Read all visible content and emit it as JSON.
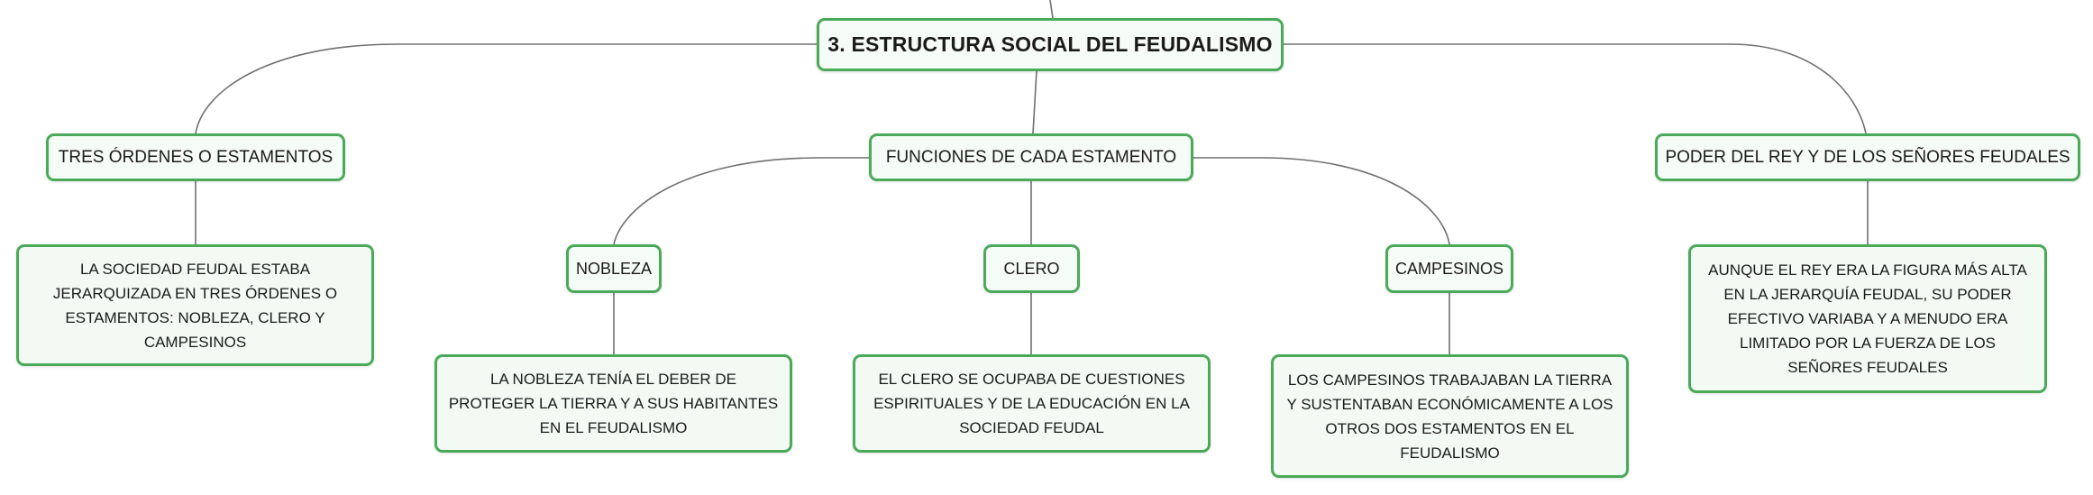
{
  "root": {
    "title": "3. ESTRUCTURA SOCIAL DEL FEUDALISMO"
  },
  "branches": {
    "ordenes": {
      "title": "TRES ÓRDENES O ESTAMENTOS",
      "note": "LA SOCIEDAD FEUDAL ESTABA JERARQUIZADA EN TRES ÓRDENES O ESTAMENTOS: NOBLEZA, CLERO Y CAMPESINOS"
    },
    "funciones": {
      "title": "FUNCIONES DE CADA ESTAMENTO",
      "nobleza": {
        "title": "NOBLEZA",
        "note": "LA NOBLEZA TENÍA EL DEBER DE PROTEGER LA TIERRA Y A SUS HABITANTES EN EL FEUDALISMO"
      },
      "clero": {
        "title": "CLERO",
        "note": "EL CLERO SE OCUPABA DE CUESTIONES ESPIRITUALES Y DE LA EDUCACIÓN EN LA SOCIEDAD FEUDAL"
      },
      "campesinos": {
        "title": "CAMPESINOS",
        "note": "LOS CAMPESINOS TRABAJABAN LA TIERRA Y SUSTENTABAN ECONÓMICAMENTE A LOS OTROS DOS ESTAMENTOS EN EL FEUDALISMO"
      }
    },
    "poder": {
      "title": "PODER DEL REY Y DE LOS SEÑORES FEUDALES",
      "note": "AUNQUE EL REY ERA LA FIGURA MÁS ALTA EN LA JERARQUÍA FEUDAL, SU PODER EFECTIVO VARIABA Y A MENUDO ERA LIMITADO POR LA FUERZA DE LOS SEÑORES FEUDALES"
    }
  }
}
